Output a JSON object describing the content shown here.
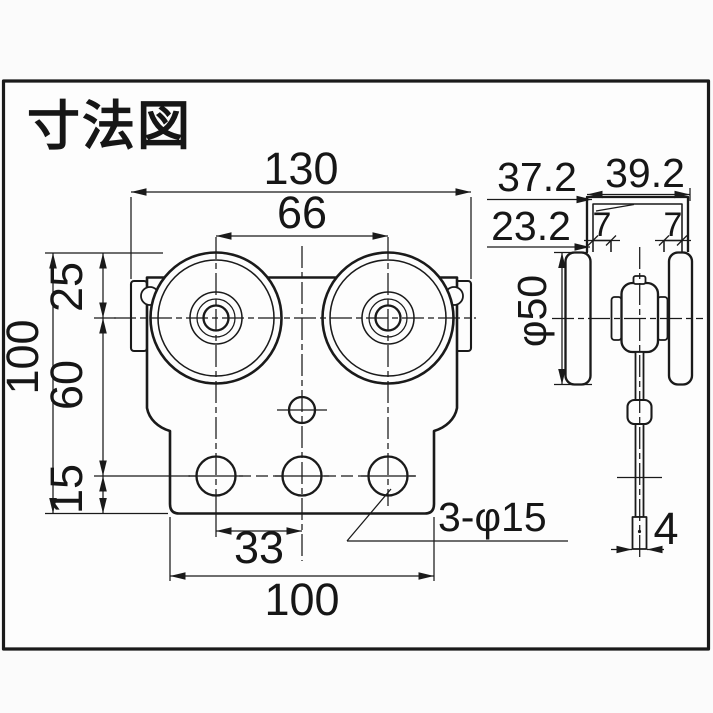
{
  "title": "寸法図",
  "colors": {
    "line": "#1a1a1a",
    "paper": "#fdfdfd"
  },
  "front_view": {
    "dims": {
      "overall_width": "130",
      "wheel_pitch": "66",
      "overall_height": "100",
      "top_to_axle": "25",
      "axle_to_holes": "60",
      "holes_to_bottom": "15",
      "hole_pitch": "33",
      "base_width": "100"
    },
    "labels": {
      "mounting_holes": "3-φ15"
    }
  },
  "side_view": {
    "dims": {
      "rail_inner_width": "37.2",
      "rail_outer_width": "39.2",
      "rail_section_height": "23.2",
      "rail_lip_left": "7",
      "rail_lip_right": "7",
      "bracket_thickness": "4"
    },
    "labels": {
      "wheel_diameter": "φ50"
    }
  }
}
